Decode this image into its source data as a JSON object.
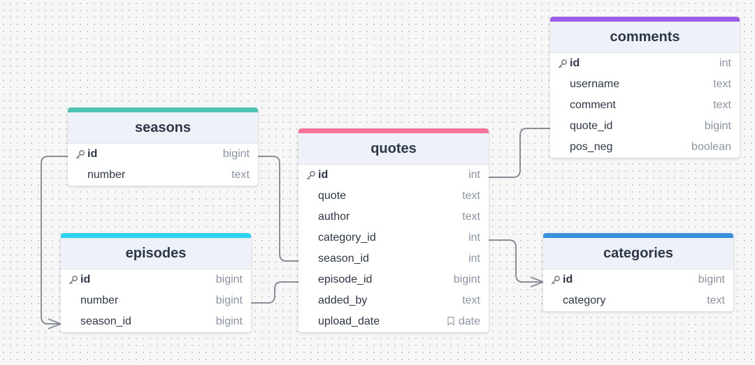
{
  "colors": {
    "seasons": "#4fc3b2",
    "quotes": "#f4749a",
    "comments": "#9b5de5",
    "episodes": "#2bd4ec",
    "categories": "#3a8fde"
  },
  "tables": {
    "comments": {
      "title": "comments",
      "columns": [
        {
          "name": "id",
          "type": "int",
          "pk": true
        },
        {
          "name": "username",
          "type": "text"
        },
        {
          "name": "comment",
          "type": "text"
        },
        {
          "name": "quote_id",
          "type": "bigint"
        },
        {
          "name": "pos_neg",
          "type": "boolean"
        }
      ]
    },
    "seasons": {
      "title": "seasons",
      "columns": [
        {
          "name": "id",
          "type": "bigint",
          "pk": true
        },
        {
          "name": "number",
          "type": "text"
        }
      ]
    },
    "quotes": {
      "title": "quotes",
      "columns": [
        {
          "name": "id",
          "type": "int",
          "pk": true
        },
        {
          "name": "quote",
          "type": "text"
        },
        {
          "name": "author",
          "type": "text"
        },
        {
          "name": "category_id",
          "type": "int"
        },
        {
          "name": "season_id",
          "type": "int"
        },
        {
          "name": "episode_id",
          "type": "bigint"
        },
        {
          "name": "added_by",
          "type": "text"
        },
        {
          "name": "upload_date",
          "type": "date",
          "note_icon": true
        }
      ]
    },
    "episodes": {
      "title": "episodes",
      "columns": [
        {
          "name": "id",
          "type": "bigint",
          "pk": true
        },
        {
          "name": "number",
          "type": "bigint"
        },
        {
          "name": "season_id",
          "type": "bigint"
        }
      ]
    },
    "categories": {
      "title": "categories",
      "columns": [
        {
          "name": "id",
          "type": "bigint",
          "pk": true
        },
        {
          "name": "category",
          "type": "text"
        }
      ]
    }
  }
}
